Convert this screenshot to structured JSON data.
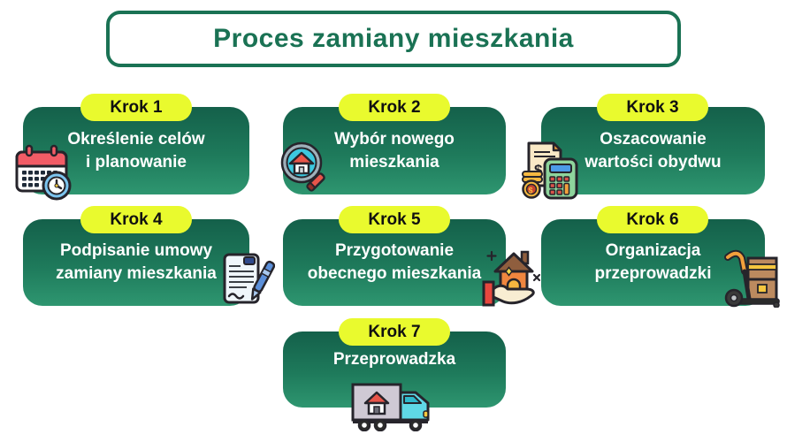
{
  "title": {
    "text": "Proces zamiany mieszkania"
  },
  "steps": [
    {
      "badge": "Krok 1",
      "label": "Określenie celów\ni planowanie",
      "icon": "calendar-clock-icon"
    },
    {
      "badge": "Krok 2",
      "label": "Wybór nowego\nmieszkania",
      "icon": "house-magnifier-icon"
    },
    {
      "badge": "Krok 3",
      "label": "Oszacowanie\nwartości obydwu",
      "icon": "money-calculator-icon"
    },
    {
      "badge": "Krok 4",
      "label": "Podpisanie umowy\nzamiany mieszkania",
      "icon": "contract-pen-icon"
    },
    {
      "badge": "Krok 5",
      "label": "Przygotowanie\nobecnego mieszkania",
      "icon": "hand-house-icon"
    },
    {
      "badge": "Krok 6",
      "label": "Organizacja\nprzeprowadzki",
      "icon": "hand-truck-icon"
    },
    {
      "badge": "Krok 7",
      "label": "Przeprowadzka",
      "icon": "moving-truck-icon"
    }
  ],
  "colors": {
    "accent_green": "#1A7254",
    "card_gradient_top": "#14604A",
    "card_gradient_bottom": "#2E9670",
    "badge_yellow": "#E9FA2E",
    "badge_text": "#101010",
    "card_text": "#FFFFFF",
    "background": "#FFFFFF"
  }
}
